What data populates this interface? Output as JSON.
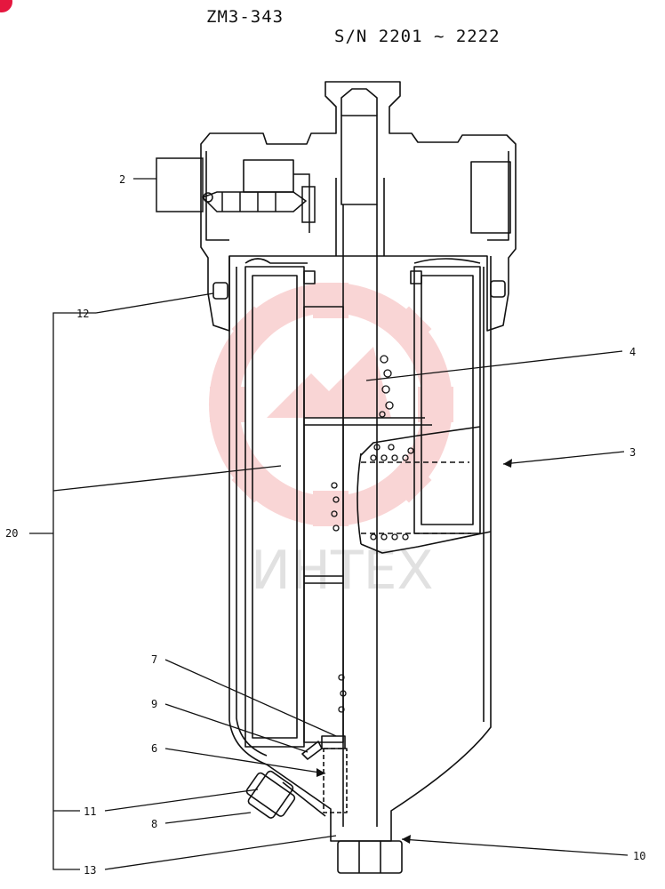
{
  "header": {
    "model": "ZM3-343",
    "serial": "S/N 2201 ~ 2222"
  },
  "watermark": {
    "text": "ИНТЕХ",
    "color": "#e21b1b"
  },
  "callouts": {
    "c2": "2",
    "c3": "3",
    "c4": "4",
    "c6": "6",
    "c7": "7",
    "c8": "8",
    "c9": "9",
    "c10": "10",
    "c11": "11",
    "c12": "12",
    "c13": "13",
    "c20": "20"
  },
  "colors": {
    "line": "#111111",
    "badge": "#e5173f"
  }
}
